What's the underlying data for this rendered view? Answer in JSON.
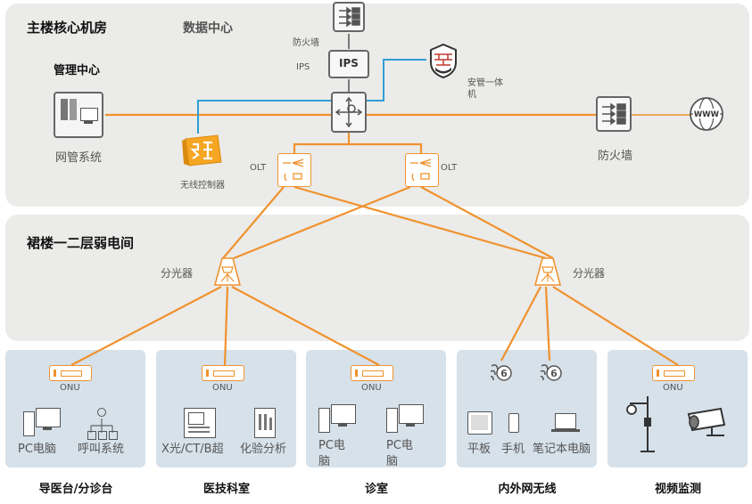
{
  "zones": {
    "core": {
      "title": "主楼核心机房",
      "subtitle": "数据中心",
      "mgmt_title": "管理中心"
    },
    "weak": {
      "title": "裙楼一二层弱电间"
    }
  },
  "devices": {
    "nms": "网管系统",
    "fw_top": "防火墙",
    "ips": "IPS",
    "ips_label": "IPS",
    "security_line1": "安管一体",
    "security_line2": "机",
    "wlc": "无线控制器",
    "fw_right": "防火墙",
    "olt_left": "OLT",
    "olt_right": "OLT",
    "splitter_left": "分光器",
    "splitter_right": "分光器",
    "www": "WWW"
  },
  "terminals": {
    "onu": "ONU",
    "pc1": "PC电脑",
    "call": "呼叫系统",
    "xray": "X光/CT/B超",
    "lab": "化验分析",
    "pc2a": "PC电",
    "pc2b": "脑",
    "pc3a": "PC电",
    "pc3b": "脑",
    "tablet": "平板",
    "phone": "手机",
    "laptop": "笔记本电脑"
  },
  "departments": [
    "导医台/分诊台",
    "医技科室",
    "诊室",
    "内外网无线",
    "视频监测"
  ],
  "colors": {
    "fiber": "#f0922e",
    "lan": "#2e9fd4",
    "zone": "#ebebe9",
    "terminal_zone": "#d6e1ea"
  }
}
